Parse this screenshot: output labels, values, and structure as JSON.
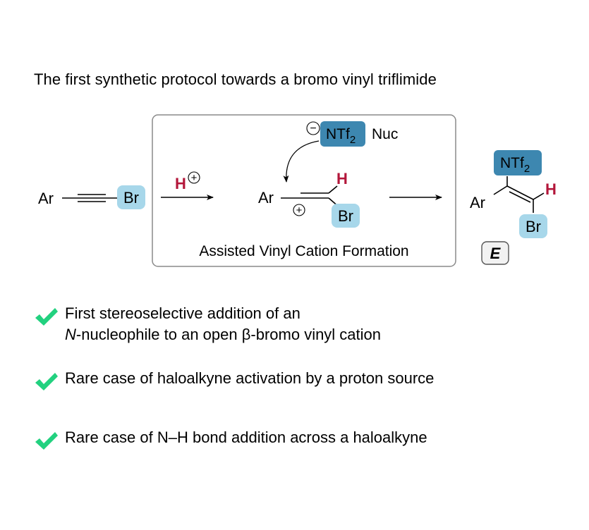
{
  "title": "The first synthetic protocol towards a bromo vinyl triflimide",
  "colors": {
    "accent_red": "#b3163a",
    "light_blue": "#a7d7ea",
    "dark_blue": "#3d87b0",
    "check_green": "#22d17f",
    "box_border": "#8a8a8a"
  },
  "scheme": {
    "start": {
      "ar": "Ar",
      "br": "Br"
    },
    "reagent": {
      "h": "H",
      "charge": "+"
    },
    "box_label": "Assisted Vinyl Cation Formation",
    "nucleophile": {
      "charge": "−",
      "group_main": "NTf",
      "group_sub": "2",
      "nuc": "Nuc"
    },
    "cation": {
      "ar": "Ar",
      "h": "H",
      "charge": "+",
      "br": "Br"
    },
    "product": {
      "group_main": "NTf",
      "group_sub": "2",
      "ar": "Ar",
      "h": "H",
      "br": "Br",
      "label": "E"
    }
  },
  "points": [
    {
      "icon": "checkmark-icon",
      "line1": "First stereoselective addition of an",
      "line2_italic": "N",
      "line2_rest": "-nucleophile to an open β-bromo vinyl cation"
    },
    {
      "icon": "checkmark-icon",
      "text": "Rare case of haloalkyne activation by a proton source"
    },
    {
      "icon": "checkmark-icon",
      "text": "Rare case of N–H bond addition across a haloalkyne"
    }
  ]
}
